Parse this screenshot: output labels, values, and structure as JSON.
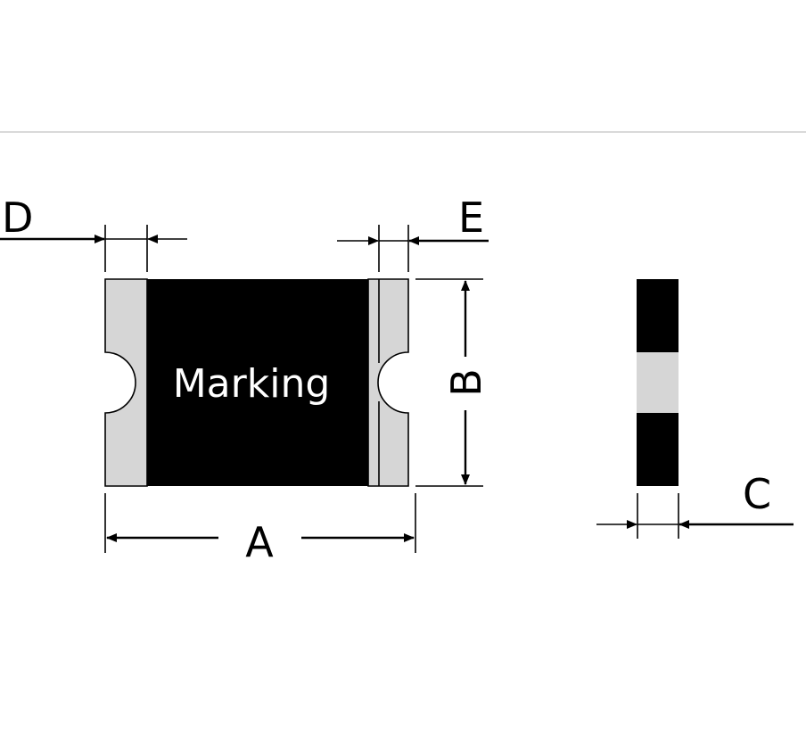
{
  "marking_text": "Marking",
  "dimensions": {
    "a": "A",
    "b": "B",
    "c": "C",
    "d": "D",
    "e": "E"
  },
  "colors": {
    "body": "#000000",
    "terminal": "#d6d6d6",
    "outline": "#000000",
    "separator": "#d9d9d9"
  }
}
